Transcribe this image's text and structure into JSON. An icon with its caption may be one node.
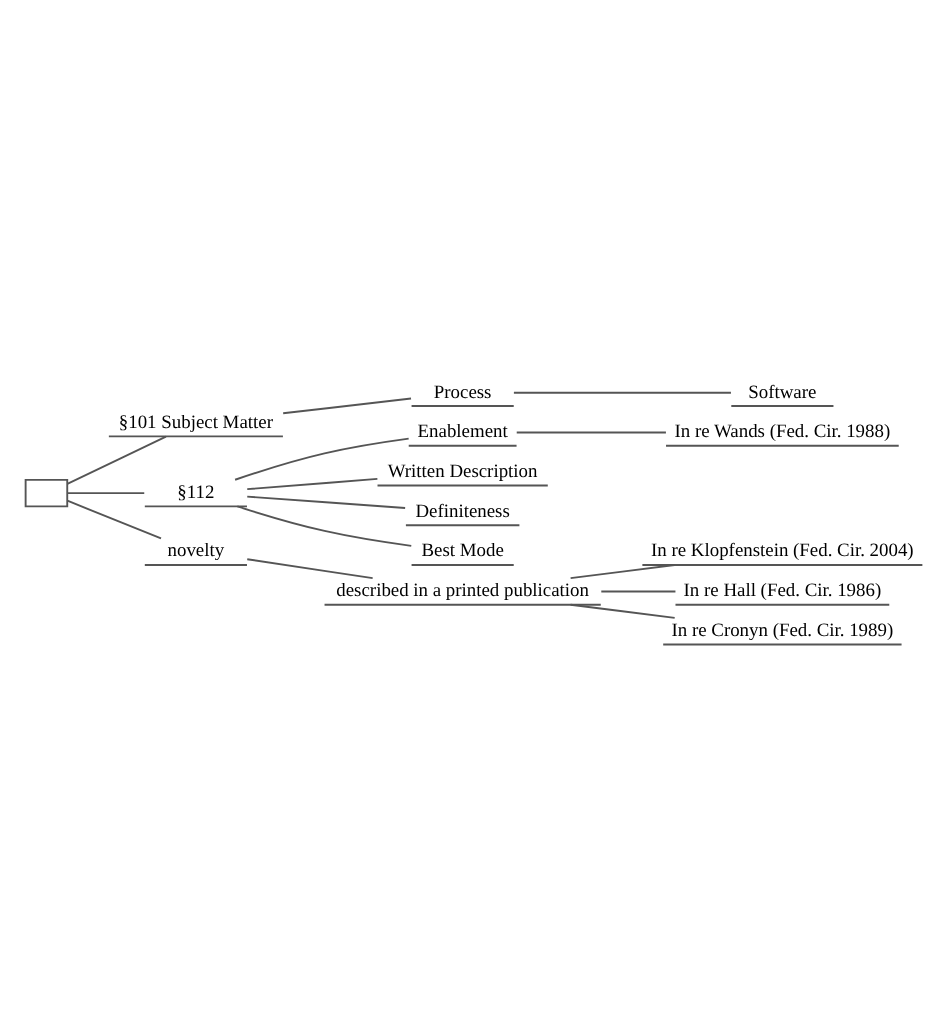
{
  "diagram": {
    "nodes": [
      {
        "text": [],
        "shape": "box"
      },
      {
        "text": [
          "§101 Subject Matter"
        ]
      },
      {
        "text": [
          "Process"
        ]
      },
      {
        "text": [
          "Software"
        ]
      },
      {
        "text": [
          "§112"
        ]
      },
      {
        "text": [
          "Enablement"
        ]
      },
      {
        "text": [
          "In re Wands (Fed. Cir. 1988)"
        ]
      },
      {
        "text": [
          "Written Description"
        ]
      },
      {
        "text": [
          "Definiteness"
        ]
      },
      {
        "text": [
          "Best Mode"
        ]
      },
      {
        "text": [
          "novelty"
        ]
      },
      {
        "text": [
          "described in a printed publication"
        ]
      },
      {
        "text": [
          "In re Klopfenstein (Fed. Cir. 2004)"
        ]
      },
      {
        "text": [
          "In re Hall (Fed. Cir. 1986)"
        ]
      },
      {
        "text": [
          "In re Cronyn (Fed. Cir. 1989)"
        ]
      }
    ],
    "edges": [
      {
        "from": 0,
        "to": 1,
        "arrow": "none"
      },
      {
        "from": 1,
        "to": 2,
        "arrow": "none"
      },
      {
        "from": 2,
        "to": 3,
        "arrow": "none"
      },
      {
        "from": 0,
        "to": 4,
        "arrow": "none"
      },
      {
        "from": 4,
        "to": 5,
        "arrow": "none"
      },
      {
        "from": 5,
        "to": 6,
        "arrow": "none"
      },
      {
        "from": 4,
        "to": 7,
        "arrow": "none"
      },
      {
        "from": 4,
        "to": 8,
        "arrow": "none"
      },
      {
        "from": 4,
        "to": 9,
        "arrow": "none"
      },
      {
        "from": 0,
        "to": 10,
        "arrow": "none"
      },
      {
        "from": 10,
        "to": 11,
        "arrow": "none"
      },
      {
        "from": 11,
        "to": 12,
        "arrow": "none"
      },
      {
        "from": 11,
        "to": 13,
        "arrow": "none"
      },
      {
        "from": 11,
        "to": 14,
        "arrow": "none"
      }
    ]
  }
}
